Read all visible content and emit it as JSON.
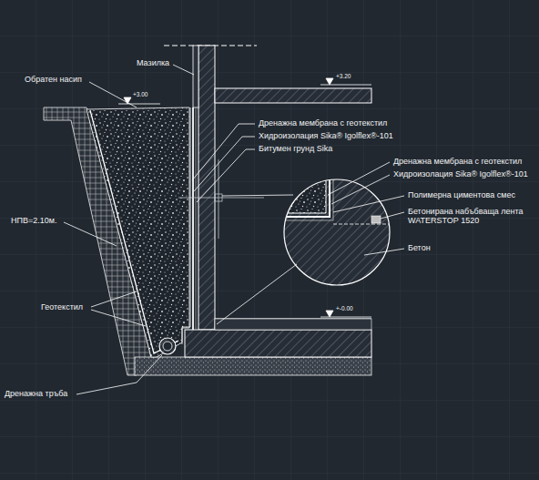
{
  "diagram": {
    "labels": [
      "Обратен насип",
      "Мазилка",
      "+3.00",
      "+3.20",
      "Дренажна мембрана с геотекстил",
      "Хидроизолация Sika® Igolflex®-101",
      "Битумен грунд Sika",
      "Дренажна мембрана с геотекстил",
      "Хидроизолация Sika® Igolflex®-101",
      "Полимерна циментова смес",
      "Бетонирана набъбваща лента WATERSTOP 1520",
      "Бетон",
      "НПВ=2.10м.",
      "Геотекстил",
      "Дренажна тръба",
      "+-0.00"
    ]
  }
}
